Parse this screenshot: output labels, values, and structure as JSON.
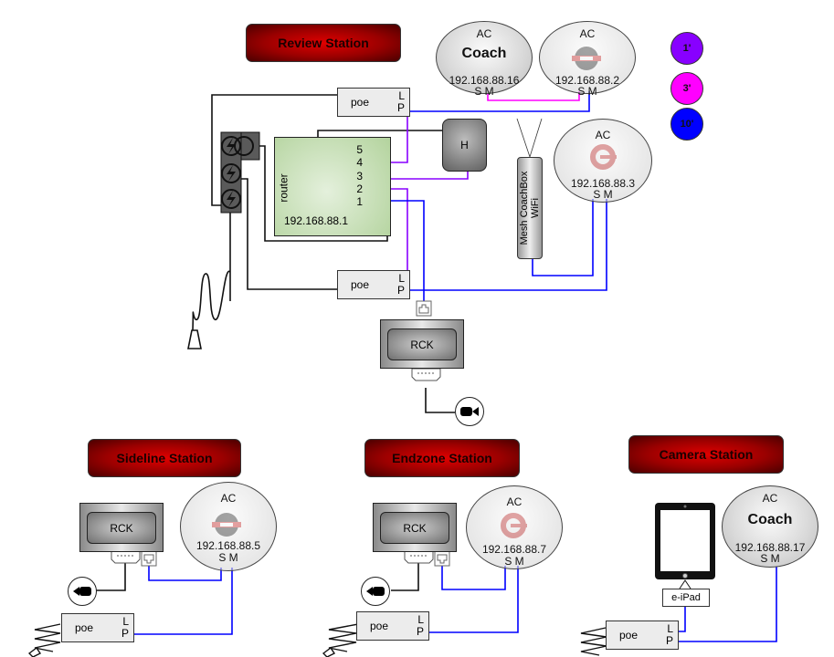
{
  "stations": {
    "review": "Review Station",
    "sideline": "Sideline Station",
    "endzone": "Endzone Station",
    "camera": "Camera Station"
  },
  "legend": [
    {
      "label": "1'",
      "color": "#8800ff"
    },
    {
      "label": "3'",
      "color": "#ff00ff"
    },
    {
      "label": "10'",
      "color": "#0000ff"
    }
  ],
  "access_points": {
    "review_coach": {
      "title": "AC",
      "brand": "Coach",
      "ip": "192.168.88.16",
      "ports": "S M"
    },
    "review_logo": {
      "title": "AC",
      "brand": "logo",
      "ip": "192.168.88.2",
      "ports": "S M"
    },
    "review_logo_red": {
      "title": "AC",
      "brand": "logo-red",
      "ip": "192.168.88.3",
      "ports": "S M"
    },
    "sideline": {
      "title": "AC",
      "brand": "logo",
      "ip": "192.168.88.5",
      "ports": "S M"
    },
    "endzone": {
      "title": "AC",
      "brand": "logo-red",
      "ip": "192.168.88.7",
      "ports": "S M"
    },
    "camera": {
      "title": "AC",
      "brand": "Coach",
      "ip": "192.168.88.17",
      "ports": "S M"
    }
  },
  "poe": {
    "label": "poe",
    "l": "L",
    "p": "P"
  },
  "router": {
    "label": "router",
    "ip": "192.168.88.1",
    "ports": [
      "5",
      "4",
      "3",
      "2",
      "1"
    ]
  },
  "hub": {
    "label": "H"
  },
  "mesh": {
    "line1": "Mesh CoachBox",
    "line2": "WiFi"
  },
  "rck": {
    "label": "RCK"
  },
  "ipad": {
    "label": "e-iPad"
  },
  "colors": {
    "one_ft": "#8800ff",
    "three_ft": "#ff00ff",
    "ten_ft": "#0000ff",
    "banner": "#cc0000"
  }
}
